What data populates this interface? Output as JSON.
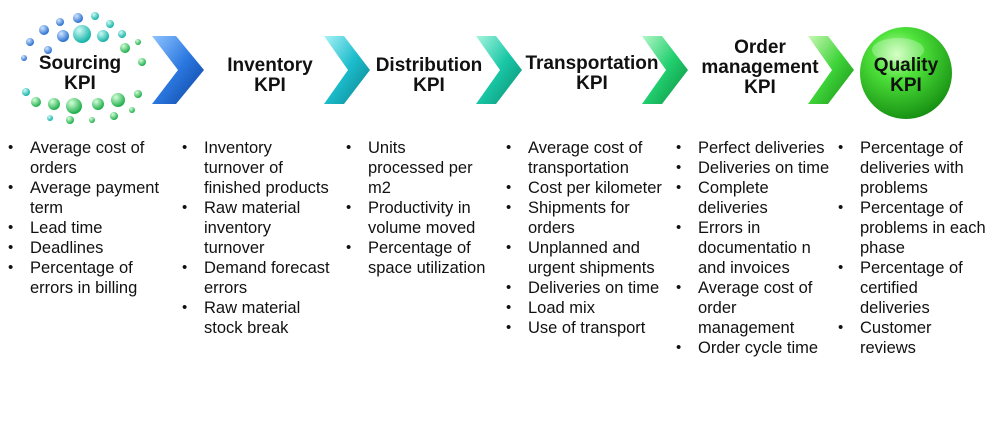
{
  "stages": [
    {
      "id": "sourcing",
      "title_lines": [
        "Sourcing",
        "KPI"
      ],
      "items": [
        "Average cost of orders",
        "Average payment term",
        "Lead time",
        "Deadlines",
        "Percentage of errors in billing"
      ]
    },
    {
      "id": "inventory",
      "title_lines": [
        "Inventory",
        "KPI"
      ],
      "items": [
        "Inventory turnover of finished products",
        "Raw material inventory turnover",
        "Demand forecast errors",
        "Raw material stock break"
      ]
    },
    {
      "id": "distribution",
      "title_lines": [
        "Distribution",
        "KPI"
      ],
      "items": [
        "Units processed per m2",
        "Productivity in volume moved",
        "Percentage of space utilization"
      ]
    },
    {
      "id": "transportation",
      "title_lines": [
        "Transportation",
        "KPI"
      ],
      "items": [
        "Average cost of transportation",
        "Cost per kilometer",
        "Shipments for orders",
        "Unplanned and urgent shipments",
        "Deliveries on time",
        "Load mix",
        "Use of transport"
      ]
    },
    {
      "id": "order-management",
      "title_lines": [
        "Order",
        "management",
        "KPI"
      ],
      "items": [
        "Perfect deliveries",
        "Deliveries on time",
        "Complete deliveries",
        "Errors in documentatio n and invoices",
        "Average cost of order management",
        "Order cycle time"
      ]
    },
    {
      "id": "quality",
      "title_lines": [
        "Quality",
        "KPI"
      ],
      "items": [
        "Percentage of deliveries with problems",
        "Percentage of problems in each phase",
        "Percentage of certified deliveries",
        "Customer reviews"
      ]
    }
  ],
  "colors": {
    "chevron_blue": "#1f6fd6",
    "chevron_teal": "#17b9c2",
    "chevron_green": "#19c77e",
    "quality_circle": "#2fd12a",
    "dots_blue": "#3b7fd8",
    "dots_teal": "#1cc3b8",
    "dots_green": "#24c55f"
  }
}
